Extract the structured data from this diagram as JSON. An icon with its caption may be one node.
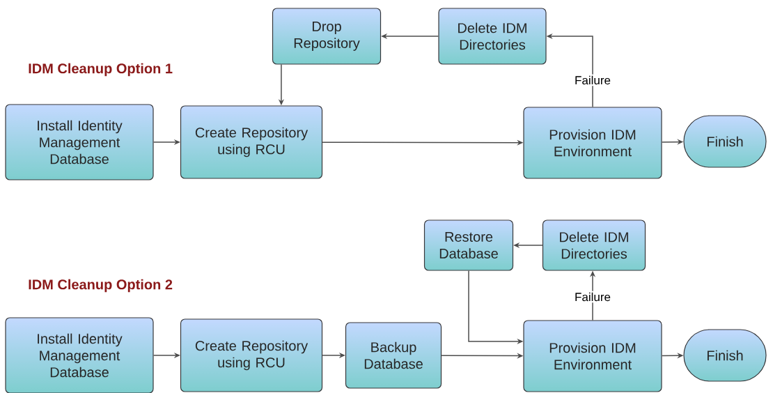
{
  "diagram": {
    "nodes": [
      {
        "text": [
          "Install Identity Management Database"
        ]
      },
      {
        "text": [
          "Create Repository using RCU"
        ]
      },
      {
        "text": [
          "Drop Repository"
        ]
      },
      {
        "text": [
          "Delete IDM Directories"
        ]
      },
      {
        "text": [
          "Provision IDM Environment"
        ]
      },
      {
        "text": [
          "Finish"
        ]
      },
      {
        "text": [
          "Install Identity Management Database"
        ]
      },
      {
        "text": [
          "Create Repository using RCU"
        ]
      },
      {
        "text": [
          "Backup Database"
        ]
      },
      {
        "text": [
          "Provision IDM Environment"
        ]
      },
      {
        "text": [
          "Finish"
        ]
      },
      {
        "text": [
          "Restore Database"
        ]
      },
      {
        "text": [
          "Delete IDM Directories"
        ]
      }
    ],
    "edges": [
      {
        "from": 0,
        "to": 1,
        "arrow": "to"
      },
      {
        "from": 1,
        "to": 4,
        "arrow": "to"
      },
      {
        "from": 4,
        "to": 3,
        "arrow": "to",
        "label": "Failure"
      },
      {
        "from": 3,
        "to": 2,
        "arrow": "to"
      },
      {
        "from": 2,
        "to": 1,
        "arrow": "to"
      },
      {
        "from": 4,
        "to": 5,
        "arrow": "to"
      },
      {
        "from": 6,
        "to": 7,
        "arrow": "to"
      },
      {
        "from": 7,
        "to": 8,
        "arrow": "to"
      },
      {
        "from": 8,
        "to": 9,
        "arrow": "to"
      },
      {
        "from": 9,
        "to": 12,
        "arrow": "to",
        "label": "Failure"
      },
      {
        "from": 12,
        "to": 11,
        "arrow": "to"
      },
      {
        "from": 11,
        "to": 9,
        "arrow": "to"
      },
      {
        "from": 9,
        "to": 10,
        "arrow": "to"
      }
    ],
    "labels": [
      "IDM Cleanup Option 1",
      "IDM Cleanup Option 2"
    ]
  }
}
